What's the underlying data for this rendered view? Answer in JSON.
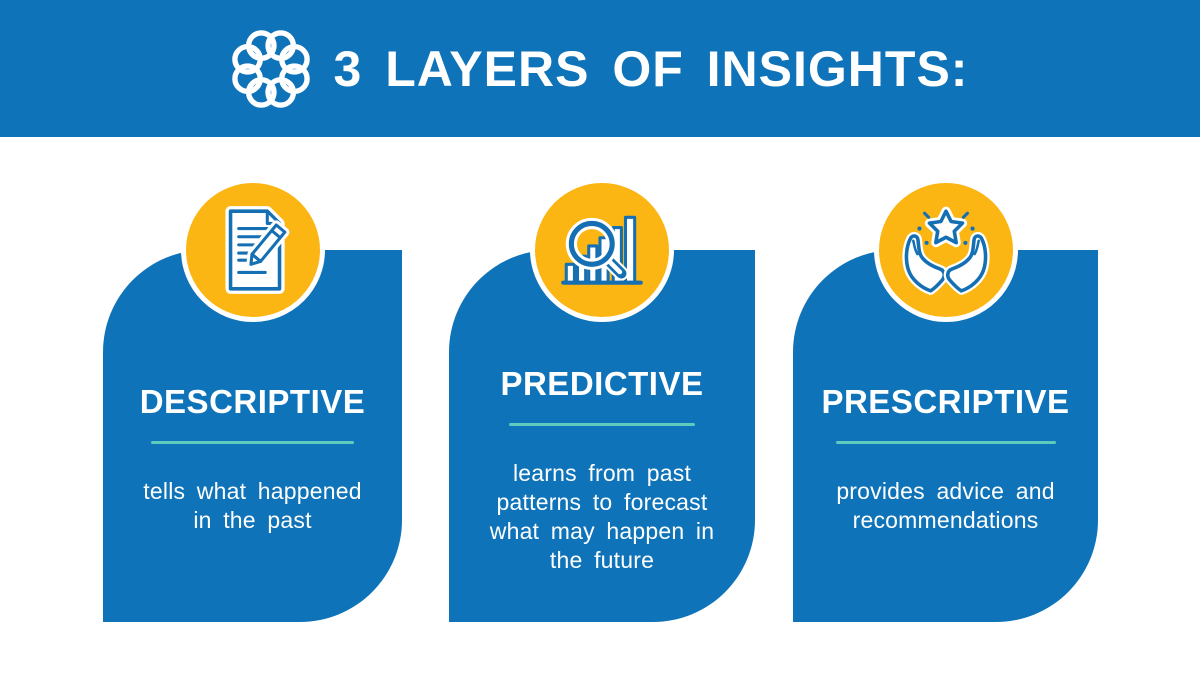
{
  "header": {
    "title": "3 LAYERS OF INSIGHTS:",
    "logo_icon": "ring-of-circles-logo"
  },
  "colors": {
    "blue": "#0e73b8",
    "yellow": "#fbb614",
    "teal": "#5ecbbd",
    "white": "#ffffff",
    "icon_blue": "#156fb3"
  },
  "cards": [
    {
      "title": "DESCRIPTIVE",
      "icon": "document-pencil-icon",
      "body_lines": [
        "tells what happened",
        "in the past"
      ]
    },
    {
      "title": "PREDICTIVE",
      "icon": "chart-magnifier-icon",
      "body_lines": [
        "learns from past",
        "patterns to forecast",
        "what may happen in",
        "the future"
      ]
    },
    {
      "title": "PRESCRIPTIVE",
      "icon": "hands-star-icon",
      "body_lines": [
        "provides advice and",
        "recommendations"
      ]
    }
  ]
}
